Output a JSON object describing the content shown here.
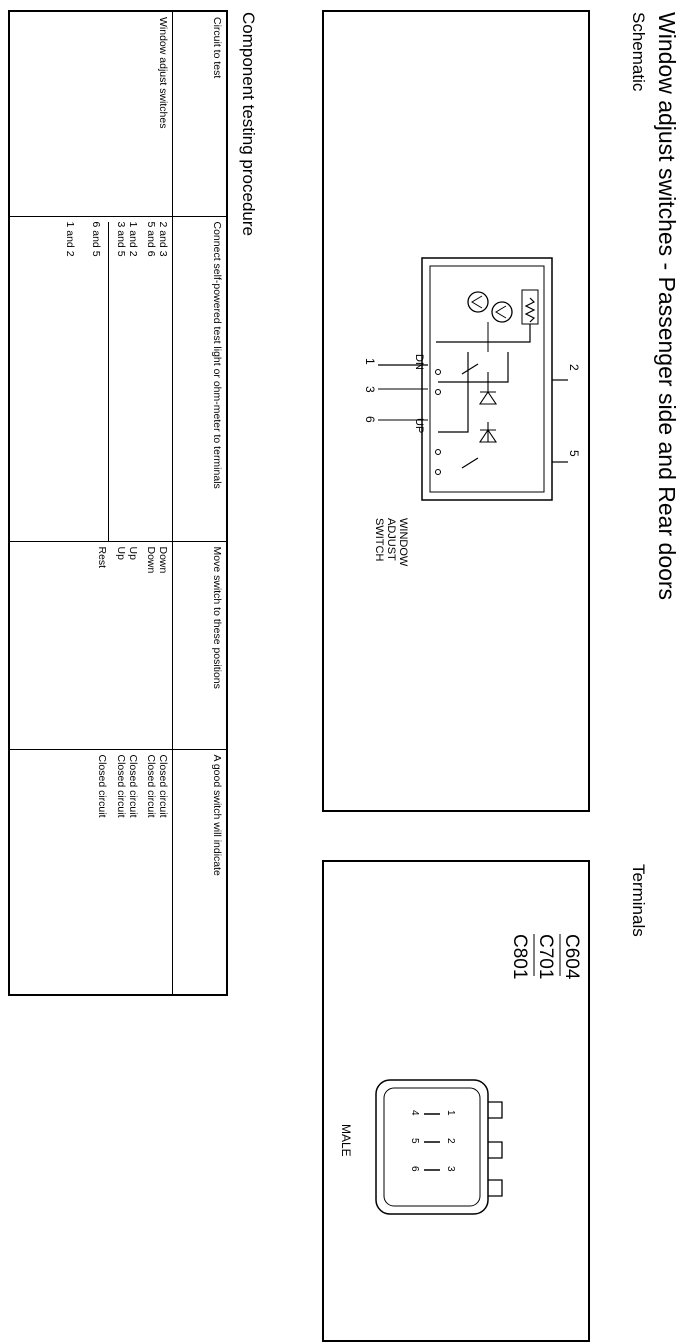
{
  "title": "Window adjust switches - Passenger side and Rear doors",
  "schematic": {
    "label": "Schematic",
    "pins_top": [
      "1",
      "3",
      "6"
    ],
    "pins_left": [
      "2",
      "5"
    ],
    "dn_label": "DN",
    "up_label": "UP",
    "switch_label": [
      "WINDOW",
      "ADJUST",
      "SWITCH"
    ]
  },
  "terminals": {
    "label": "Terminals",
    "connectors": [
      "C604",
      "C701",
      "C801"
    ],
    "gender": "MALE",
    "pin_numbers": [
      "1",
      "2",
      "3",
      "4",
      "5",
      "6"
    ]
  },
  "procedure": {
    "label": "Component testing procedure",
    "headers": [
      "Circuit to test",
      "Connect self-powered test light or ohm-meter to terminals",
      "Move switch to these positions",
      "A good switch will indicate"
    ],
    "circuit": "Window adjust switches",
    "group1": {
      "terminals": [
        "2 and 3",
        "5 and 6"
      ],
      "positions": [
        "Down",
        "Down"
      ],
      "results": [
        "Closed circuit",
        "Closed circuit"
      ]
    },
    "group2": {
      "terminals": [
        "1 and 2",
        "3 and 5"
      ],
      "positions": [
        "Up",
        "Up"
      ],
      "results": [
        "Closed circuit",
        "Closed circuit"
      ]
    },
    "group3": {
      "terminals": [
        "6 and 5",
        "1 and 2"
      ],
      "positions": [
        "Rest",
        ""
      ],
      "results": [
        "Closed circuit",
        ""
      ]
    }
  }
}
